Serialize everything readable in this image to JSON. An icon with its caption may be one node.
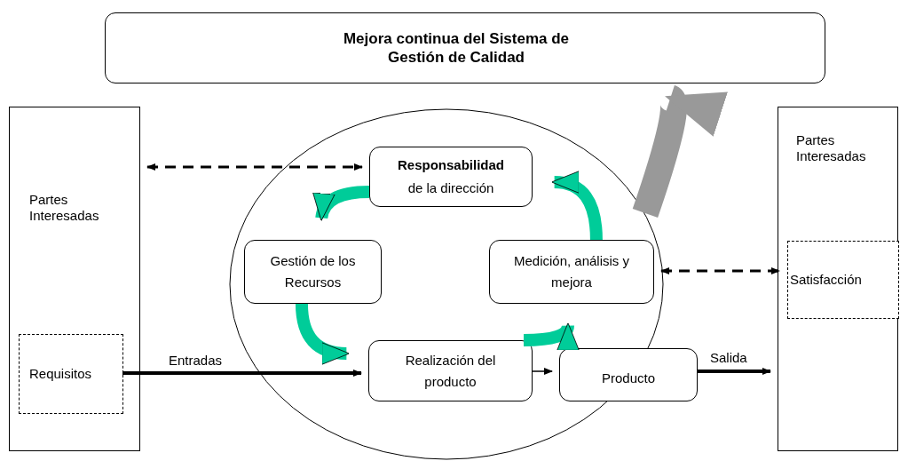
{
  "diagram": {
    "nodes": [
      {
        "text": [
          "Mejora continua del Sistema de Gestión de Calidad"
        ]
      },
      {
        "text": [
          "Partes Interesadas"
        ]
      },
      {
        "text": [
          "Requisitos"
        ],
        "in": 1
      },
      {
        "text": [],
        "shape": "circle"
      },
      {
        "text": [
          "**Responsabilidad** de la dirección"
        ],
        "in": 3
      },
      {
        "text": [
          "Gestión de los Recursos"
        ],
        "in": 3
      },
      {
        "text": [
          "Medición, análisis y mejora"
        ],
        "in": 3
      },
      {
        "text": [
          "Realización del producto"
        ],
        "in": 3
      },
      {
        "text": [
          "Producto"
        ]
      },
      {
        "text": [
          "Partes Interesadas"
        ]
      },
      {
        "text": [
          "Satisfacción"
        ],
        "in": 9
      }
    ],
    "edges": [
      {
        "from": 1,
        "to": 4,
        "arrow": "both",
        "style": "dashed"
      },
      {
        "from": 2,
        "to": 7,
        "arrow": "to",
        "label": "Entradas"
      },
      {
        "from": 6,
        "to": 10,
        "arrow": "both",
        "style": "dashed"
      },
      {
        "from": 7,
        "to": 8,
        "arrow": "to"
      },
      {
        "from": 8,
        "to": 9,
        "arrow": "to",
        "label": "Salida"
      },
      {
        "from": 4,
        "to": 5,
        "arrow": "to",
        "style": "thick",
        "color": "#00cc99"
      },
      {
        "from": 5,
        "to": 7,
        "arrow": "to",
        "style": "thick",
        "color": "#00cc99"
      },
      {
        "from": 7,
        "to": 6,
        "arrow": "to",
        "style": "thick",
        "color": "#00cc99"
      },
      {
        "from": 6,
        "to": 4,
        "arrow": "to",
        "style": "thick",
        "color": "#00cc99"
      },
      {
        "from": 3,
        "to": 0,
        "arrow": "to",
        "style": "thick",
        "color": "#999999"
      }
    ]
  }
}
